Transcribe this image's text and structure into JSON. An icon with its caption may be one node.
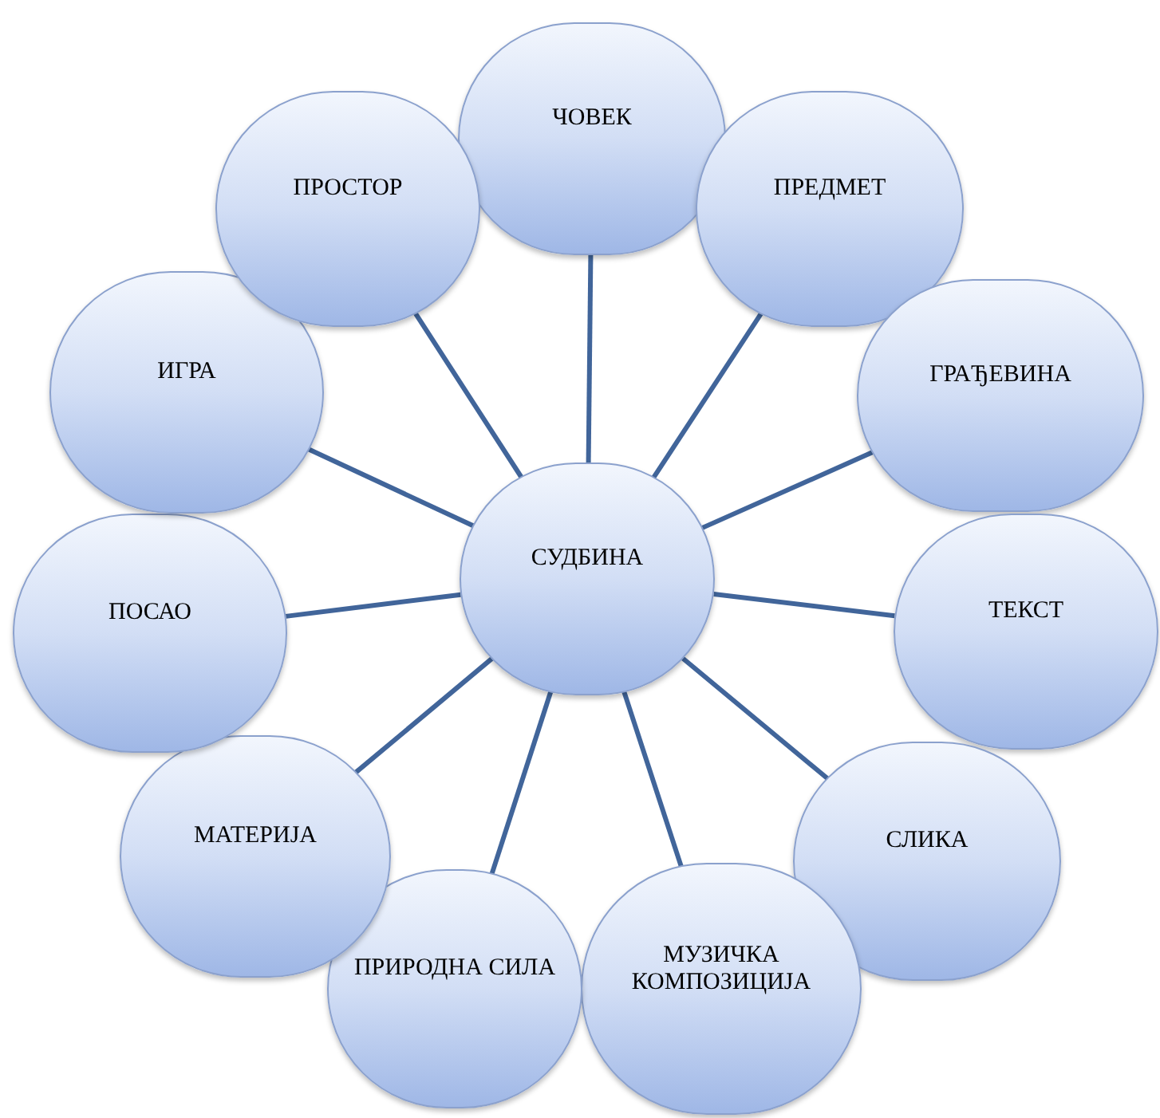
{
  "diagram": {
    "nodes": [
      {
        "text": [
          "СУДБИНА"
        ]
      },
      {
        "text": [
          "ЧОВЕК"
        ]
      },
      {
        "text": [
          "ПРЕДМЕТ"
        ]
      },
      {
        "text": [
          "ГРАЂЕВИНА"
        ]
      },
      {
        "text": [
          "ТЕКСТ"
        ]
      },
      {
        "text": [
          "СЛИКА"
        ]
      },
      {
        "text": [
          "МУЗИЧКА КОМПОЗИЦИЈА"
        ]
      },
      {
        "text": [
          "ПРИРОДНА СИЛА"
        ]
      },
      {
        "text": [
          "МАТЕРИЈА"
        ]
      },
      {
        "text": [
          "ПОСАО"
        ]
      },
      {
        "text": [
          "ИГРА"
        ]
      },
      {
        "text": [
          "ПРОСТОР"
        ]
      }
    ],
    "edges": [
      {
        "from": 0,
        "to": 1,
        "arrow": "none"
      },
      {
        "from": 0,
        "to": 2,
        "arrow": "none"
      },
      {
        "from": 0,
        "to": 3,
        "arrow": "none"
      },
      {
        "from": 0,
        "to": 4,
        "arrow": "none"
      },
      {
        "from": 0,
        "to": 5,
        "arrow": "none"
      },
      {
        "from": 0,
        "to": 6,
        "arrow": "none"
      },
      {
        "from": 0,
        "to": 7,
        "arrow": "none"
      },
      {
        "from": 0,
        "to": 8,
        "arrow": "none"
      },
      {
        "from": 0,
        "to": 9,
        "arrow": "none"
      },
      {
        "from": 0,
        "to": 10,
        "arrow": "none"
      },
      {
        "from": 0,
        "to": 11,
        "arrow": "none"
      }
    ]
  }
}
